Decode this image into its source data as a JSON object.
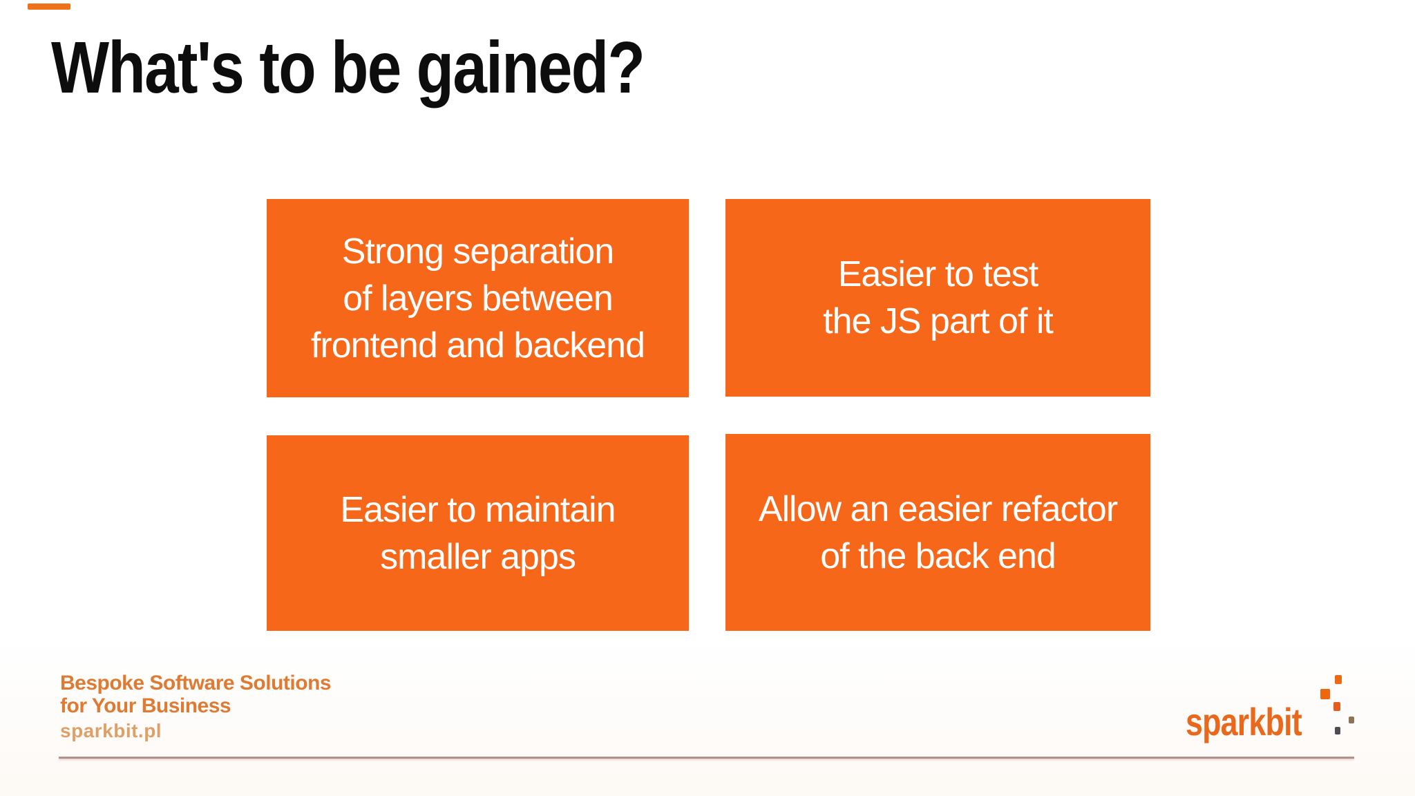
{
  "slide": {
    "title": "What's to be gained?",
    "cards": [
      {
        "name": "strong-separation",
        "text": "Strong separation\nof layers between\nfrontend and backend"
      },
      {
        "name": "easier-to-test",
        "text": "Easier to test\nthe JS part of it"
      },
      {
        "name": "easier-to-maintain",
        "text": "Easier to maintain\nsmaller apps"
      },
      {
        "name": "easier-refactor",
        "text": "Allow an easier refactor\nof the back end"
      }
    ],
    "footer": {
      "tagline_line1": "Bespoke Software Solutions",
      "tagline_line2": "for Your Business",
      "website": "sparkbit.pl",
      "logo_text": "sparkbit"
    },
    "colors": {
      "card_orange": "#F6671A",
      "card_text_white": "#FFFFFF",
      "title_black": "#0D0D0D",
      "footer_orange": "#DF7A33",
      "footer_light_orange": "#DFA068",
      "logo_orange": "#E8681C",
      "divider_rose": "#B58F8B",
      "logo_dot_orange": "#ED670F",
      "logo_dot_gray_brown": "#8F7355",
      "logo_dot_dark": "#4E4B52"
    }
  }
}
